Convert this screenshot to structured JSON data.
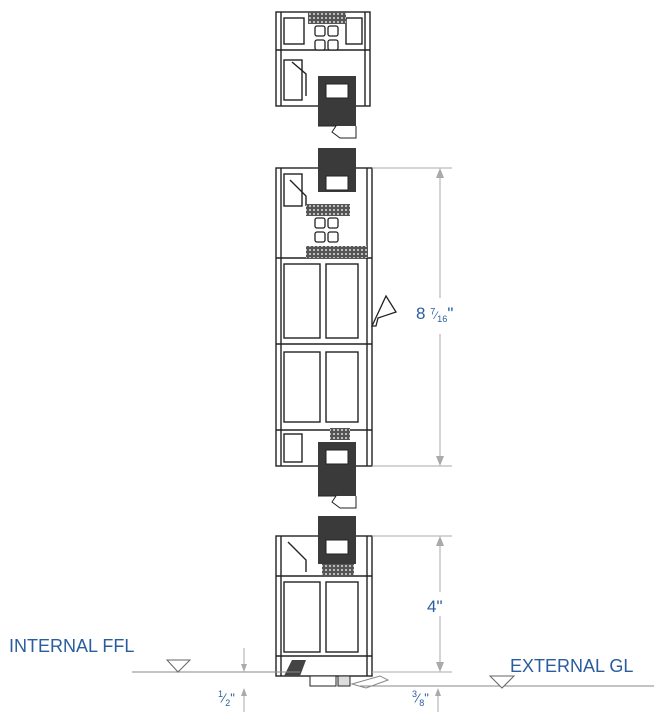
{
  "labels": {
    "internal": "INTERNAL FFL",
    "external": "EXTERNAL GL",
    "dim_height_whole": "8",
    "dim_height_num": "7",
    "dim_height_den": "16",
    "dim_height_unit": "\"",
    "dim_sill": "4\"",
    "dim_left_num": "1",
    "dim_left_den": "2",
    "dim_right_num": "3",
    "dim_right_den": "8",
    "inch": "\""
  },
  "colors": {
    "accent": "#2a5d9f",
    "line": "#222222",
    "gray": "#9a9a9a"
  }
}
